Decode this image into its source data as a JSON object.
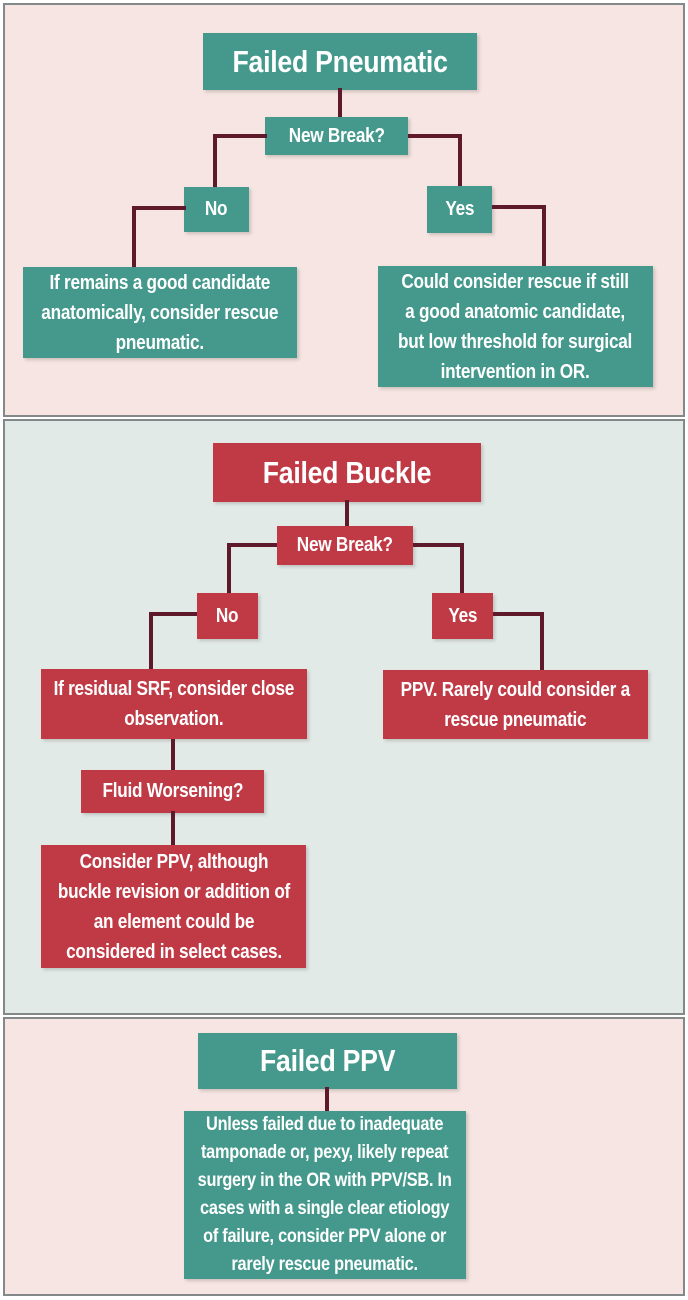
{
  "colors": {
    "teal": "#44998C",
    "red": "#C03A46",
    "connector": "#5E1A2B",
    "pink_bg": "#F6E5E2",
    "grey_bg": "#E2EAE7",
    "panel_border": "#838889",
    "text_color": "#FFFFFF"
  },
  "sections": [
    {
      "id": "failed-pneumatic",
      "title": "Failed Pneumatic",
      "question": "New Break?",
      "no_label": "No",
      "yes_label": "Yes",
      "no_result": "If remains a good candidate\nanatomically, consider rescue\npneumatic.",
      "yes_result": "Could consider rescue if still\na good anatomic candidate,\nbut low threshold for surgical\nintervention in OR."
    },
    {
      "id": "failed-buckle",
      "title": "Failed Buckle",
      "question": "New Break?",
      "no_label": "No",
      "yes_label": "Yes",
      "no_result": "If residual SRF, consider close\nobservation.",
      "yes_result": "PPV. Rarely could consider a\nrescue pneumatic",
      "followup_question": "Fluid Worsening?",
      "followup_result": "Consider PPV, although\nbuckle revision or addition of\nan element could be\nconsidered in select cases."
    },
    {
      "id": "failed-ppv",
      "title": "Failed PPV",
      "result": "Unless failed due to inadequate\ntamponade or, pexy, likely repeat\nsurgery in the OR with PPV/SB. In\ncases with a single clear etiology\nof failure, consider PPV alone or\nrarely rescue pneumatic."
    }
  ]
}
